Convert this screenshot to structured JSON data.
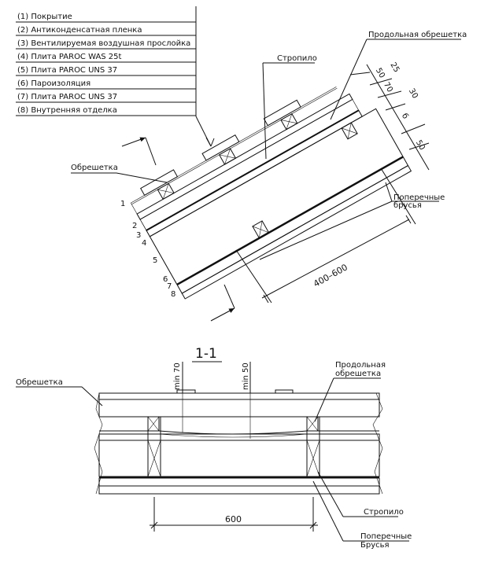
{
  "legend": {
    "items": [
      "(1) Покрытие",
      "(2) Антиконденсатная пленка",
      "(3) Вентилируемая воздушная прослойка",
      "(4) Плита PAROC WAS 25t",
      "(5) Плита PAROC UNS 37",
      "(6) Пароизоляция",
      "(7) Плита PAROC UNS 37",
      "(8) Внутренняя отделка"
    ]
  },
  "upper": {
    "label_longitudinal_batten": "Продольная обрешетка",
    "label_rafter": "Стропило",
    "label_batten": "Обрешетка",
    "label_cross_bars_1": "Поперечные",
    "label_cross_bars_2": "брусья",
    "numbers": [
      "1",
      "2",
      "3",
      "4",
      "5",
      "6",
      "7",
      "8"
    ],
    "dims": [
      "25",
      "50",
      "70",
      "30",
      "б",
      "50",
      "400–600"
    ]
  },
  "lower": {
    "section_title": "1-1",
    "label_batten": "Обрешетка",
    "label_longitudinal_1": "Продольная",
    "label_longitudinal_2": "обрешетка",
    "label_rafter": "Стропило",
    "label_cross_1": "Поперечные",
    "label_cross_2": "Брусья",
    "min70": "min 70",
    "min50": "min 50",
    "dim600": "600"
  }
}
